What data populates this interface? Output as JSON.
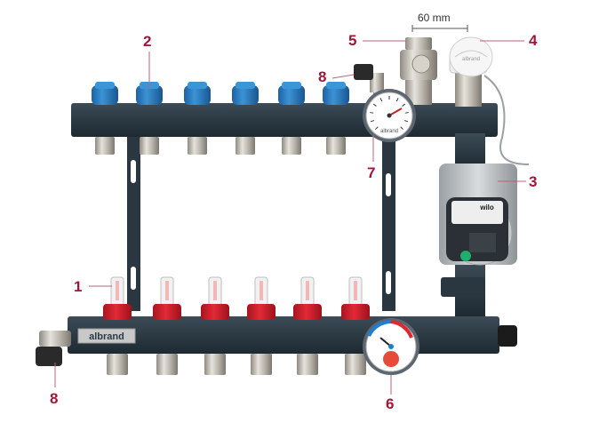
{
  "brand_plate": "albrand",
  "pump_brand": "wilo",
  "thermostat_brand": "albrand",
  "gauge_brand": "albrand",
  "dimension_label": "60 mm",
  "callouts": {
    "c1": "1",
    "c2": "2",
    "c3": "3",
    "c4": "4",
    "c5": "5",
    "c6": "6",
    "c7": "7",
    "c8_top": "8",
    "c8_bottom": "8"
  },
  "colors": {
    "manifold_bar": "#2c3a44",
    "cap_blue": "#2f84c8",
    "cap_red": "#d8202e",
    "callout_red": "#a0173a",
    "brass_chrome": "#c8c4bc"
  },
  "icons": {
    "pressure_gauge": "pressure-gauge-icon",
    "thermometer_gauge": "thermometer-gauge-icon",
    "pump": "circulation-pump-icon",
    "thermostat": "thermostat-head-icon"
  }
}
